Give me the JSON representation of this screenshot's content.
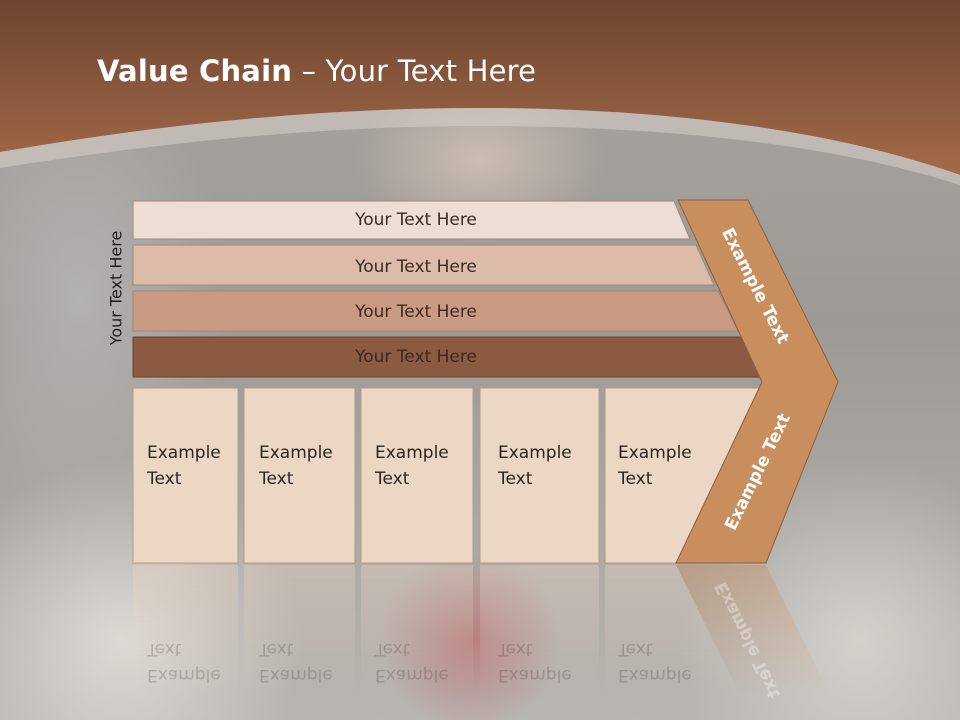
{
  "slide": {
    "title_bold": "Value Chain",
    "title_rest": " – Your Text Here",
    "side_label": "Your Text Here"
  },
  "bars": [
    {
      "label": "Your Text Here",
      "color": "#eeddd5"
    },
    {
      "label": "Your Text Here",
      "color": "#dcbca8"
    },
    {
      "label": "Your Text Here",
      "color": "#c99b82"
    },
    {
      "label": "Your Text Here",
      "color": "#8c5a40"
    }
  ],
  "boxes": [
    {
      "line1": "Example",
      "line2": "Text"
    },
    {
      "line1": "Example",
      "line2": "Text"
    },
    {
      "line1": "Example",
      "line2": "Text"
    },
    {
      "line1": "Example",
      "line2": "Text"
    },
    {
      "line1": "Example",
      "line2": "Text"
    }
  ],
  "chevron": {
    "upper_label": "Example Text",
    "lower_label": "Example Text",
    "color": "#c98e5e"
  },
  "colors": {
    "header_brown": "#8a5a3c",
    "box_fill": "#ecd7c4"
  }
}
